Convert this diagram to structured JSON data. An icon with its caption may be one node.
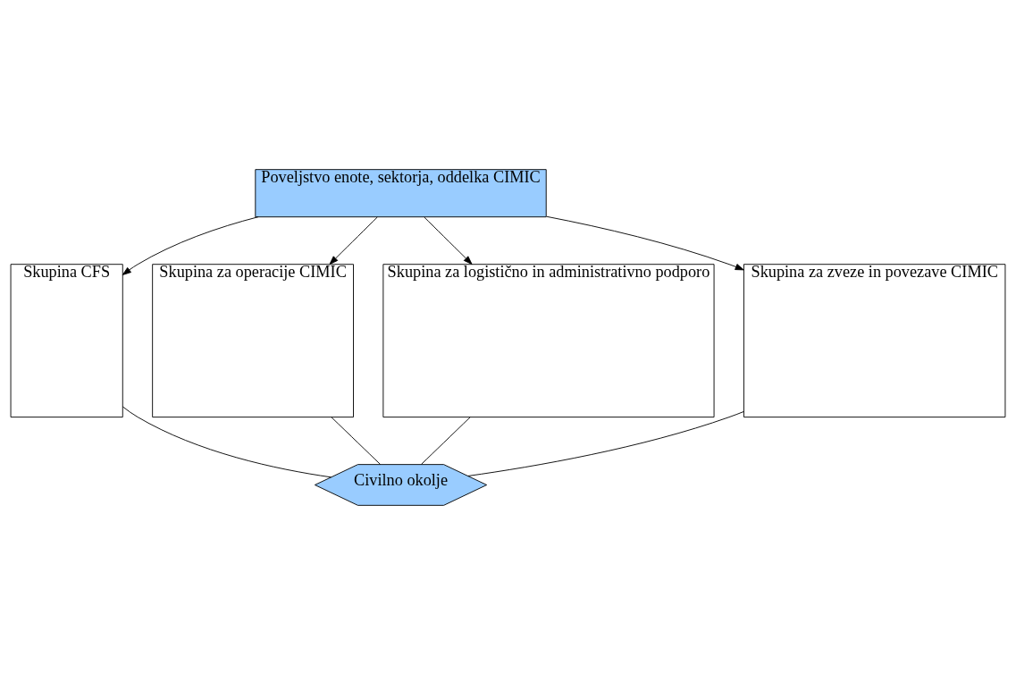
{
  "diagram": {
    "nodes": [
      {
        "text": [
          "Poveljstvo enote, sektorja, oddelka CIMIC"
        ]
      },
      {
        "text": [
          "Skupina CFS"
        ]
      },
      {
        "text": [
          "Skupina za operacije CIMIC"
        ]
      },
      {
        "text": [
          "Skupina za logistično in administrativno podporo"
        ]
      },
      {
        "text": [
          "Skupina za zveze in povezave CIMIC"
        ]
      },
      {
        "text": [
          "Civilno okolje"
        ]
      }
    ],
    "edges": [
      {
        "from": 0,
        "to": 1,
        "arrow": "to"
      },
      {
        "from": 0,
        "to": 2,
        "arrow": "to"
      },
      {
        "from": 0,
        "to": 3,
        "arrow": "to"
      },
      {
        "from": 0,
        "to": 4,
        "arrow": "to"
      },
      {
        "from": 1,
        "to": 5,
        "arrow": "none"
      },
      {
        "from": 2,
        "to": 5,
        "arrow": "none"
      },
      {
        "from": 3,
        "to": 5,
        "arrow": "none"
      },
      {
        "from": 4,
        "to": 5,
        "arrow": "none"
      }
    ]
  }
}
